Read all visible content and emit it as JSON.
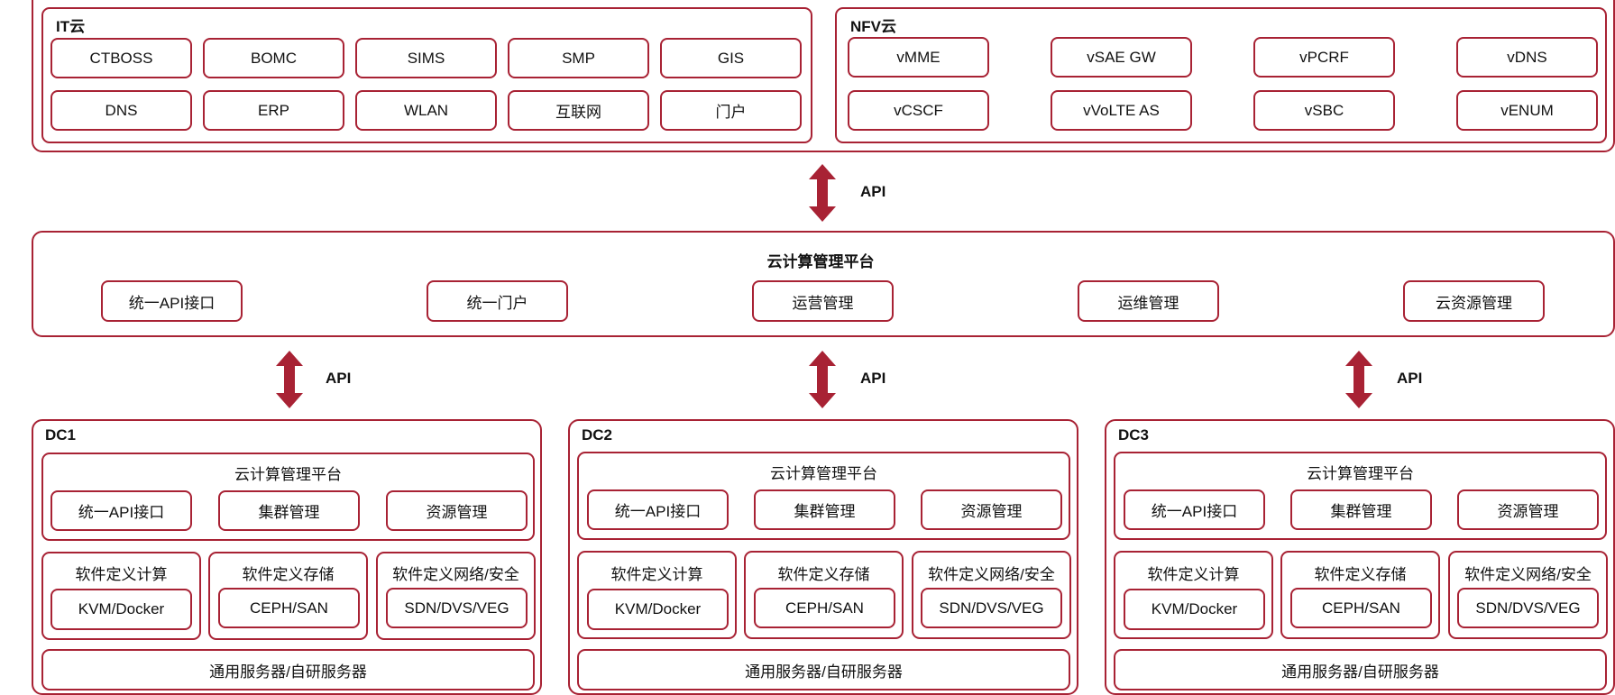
{
  "colors": {
    "accent": "#a82234",
    "text": "#111111",
    "background": "#ffffff"
  },
  "it_cloud": {
    "title": "IT云",
    "items": [
      "CTBOSS",
      "BOMC",
      "SIMS",
      "SMP",
      "GIS",
      "DNS",
      "ERP",
      "WLAN",
      "互联网",
      "门户"
    ]
  },
  "nfv_cloud": {
    "title": "NFV云",
    "items": [
      "vMME",
      "vSAE GW",
      "vPCRF",
      "vDNS",
      "vCSCF",
      "vVoLTE AS",
      "vSBC",
      "vENUM"
    ]
  },
  "api_top": {
    "label": "API",
    "icon": "double-arrow-vertical"
  },
  "platform": {
    "title": "云计算管理平台",
    "items": [
      "统一API接口",
      "统一门户",
      "运营管理",
      "运维管理",
      "云资源管理"
    ]
  },
  "api_links": [
    "API",
    "API",
    "API"
  ],
  "dcs": [
    {
      "title": "DC1",
      "platform_title": "云计算管理平台",
      "platform_items": [
        "统一API接口",
        "集群管理",
        "资源管理"
      ],
      "compute": {
        "label": "软件定义计算",
        "item": "KVM/Docker"
      },
      "storage": {
        "label": "软件定义存储",
        "item": "CEPH/SAN"
      },
      "network": {
        "label": "软件定义网络/安全",
        "item": "SDN/DVS/VEG"
      },
      "servers": "通用服务器/自研服务器"
    },
    {
      "title": "DC2",
      "platform_title": "云计算管理平台",
      "platform_items": [
        "统一API接口",
        "集群管理",
        "资源管理"
      ],
      "compute": {
        "label": "软件定义计算",
        "item": "KVM/Docker"
      },
      "storage": {
        "label": "软件定义存储",
        "item": "CEPH/SAN"
      },
      "network": {
        "label": "软件定义网络/安全",
        "item": "SDN/DVS/VEG"
      },
      "servers": "通用服务器/自研服务器"
    },
    {
      "title": "DC3",
      "platform_title": "云计算管理平台",
      "platform_items": [
        "统一API接口",
        "集群管理",
        "资源管理"
      ],
      "compute": {
        "label": "软件定义计算",
        "item": "KVM/Docker"
      },
      "storage": {
        "label": "软件定义存储",
        "item": "CEPH/SAN"
      },
      "network": {
        "label": "软件定义网络/安全",
        "item": "SDN/DVS/VEG"
      },
      "servers": "通用服务器/自研服务器"
    }
  ]
}
